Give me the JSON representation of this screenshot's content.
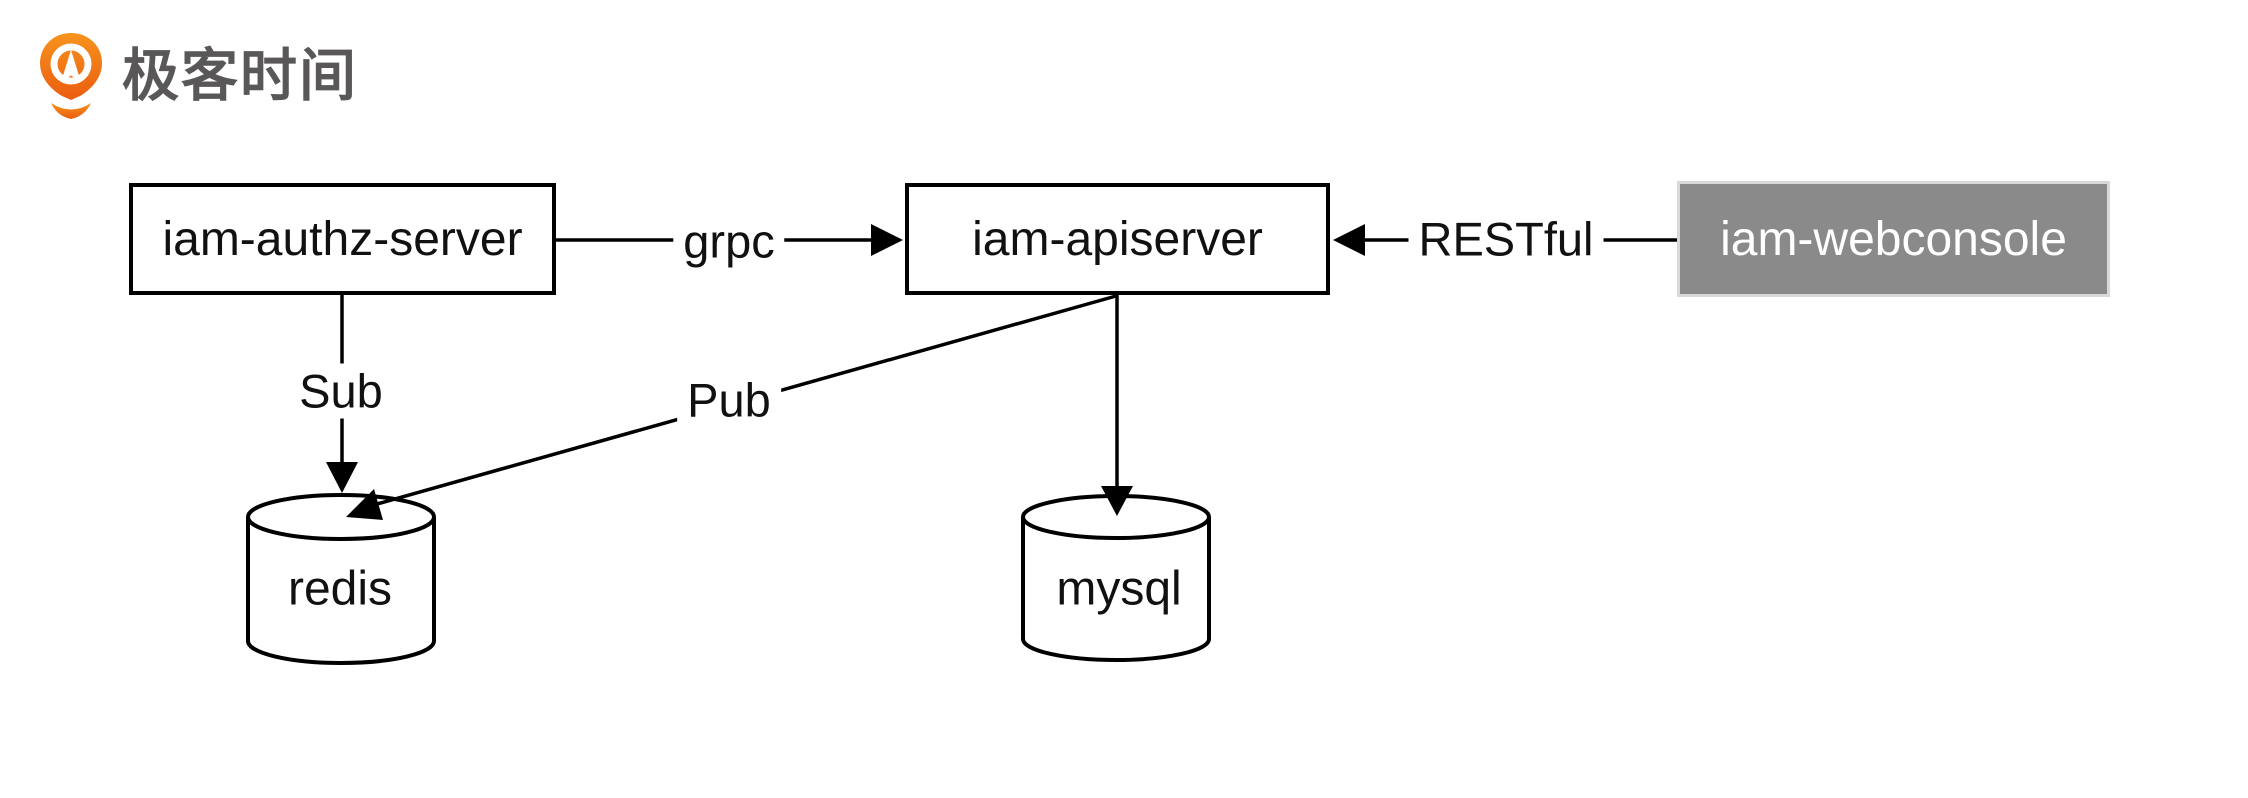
{
  "logo": {
    "text": "极客时间",
    "icon": "geektime-pin-icon",
    "orange_top": "#F7941E",
    "orange_bottom": "#EB5C0F",
    "text_color": "#595757"
  },
  "nodes": {
    "authz": {
      "label": "iam-authz-server",
      "type": "box"
    },
    "apiserver": {
      "label": "iam-apiserver",
      "type": "box"
    },
    "webconsole": {
      "label": "iam-webconsole",
      "type": "box-highlighted"
    },
    "redis": {
      "label": "redis",
      "type": "database-cylinder"
    },
    "mysql": {
      "label": "mysql",
      "type": "database-cylinder"
    }
  },
  "edges": {
    "grpc": {
      "label": "grpc",
      "from": "iam-authz-server",
      "to": "iam-apiserver"
    },
    "restful": {
      "label": "RESTful",
      "from": "iam-webconsole",
      "to": "iam-apiserver"
    },
    "sub": {
      "label": "Sub",
      "from": "iam-authz-server",
      "to": "redis"
    },
    "pub": {
      "label": "Pub",
      "from": "iam-apiserver",
      "to": "redis"
    },
    "store": {
      "label": "",
      "from": "iam-apiserver",
      "to": "mysql"
    }
  },
  "colors": {
    "background": "#ffffff",
    "line": "#000000",
    "box_border": "#000000",
    "box_text": "#111111",
    "highlight_fill": "#8a8a8a",
    "highlight_border": "#d9d9d9",
    "highlight_text": "#ffffff"
  }
}
